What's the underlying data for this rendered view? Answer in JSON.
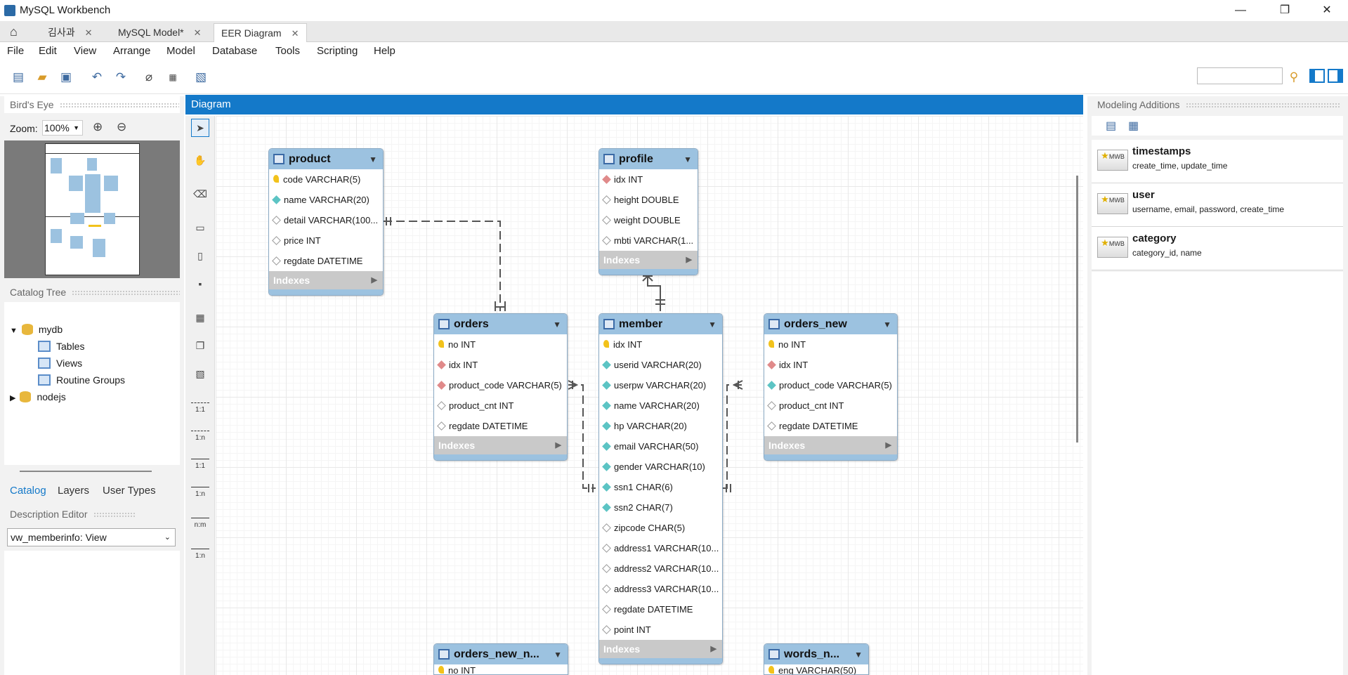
{
  "window": {
    "title": "MySQL Workbench",
    "minimize": "—",
    "restore": "❐",
    "close": "✕"
  },
  "tabs": [
    {
      "label": "김사과"
    },
    {
      "label": "MySQL Model*"
    },
    {
      "label": "EER Diagram"
    }
  ],
  "tab_close": "✕",
  "menu": [
    "File",
    "Edit",
    "View",
    "Arrange",
    "Model",
    "Database",
    "Tools",
    "Scripting",
    "Help"
  ],
  "left": {
    "birds_eye": "Bird's Eye",
    "zoom_label": "Zoom:",
    "zoom_value": "100%",
    "catalog_tree": "Catalog Tree",
    "tree": {
      "mydb": "mydb",
      "tables": "Tables",
      "views": "Views",
      "routines": "Routine Groups",
      "nodejs": "nodejs"
    },
    "bottom_tabs": [
      "Catalog",
      "Layers",
      "User Types"
    ],
    "description_editor": "Description Editor",
    "description_select": "vw_memberinfo: View"
  },
  "diagram": {
    "title": "Diagram"
  },
  "relations": [
    "1:1",
    "1:n",
    "1:1",
    "1:n",
    "n:m",
    "1:n"
  ],
  "entities": {
    "product": {
      "name": "product",
      "fields": [
        "code VARCHAR(5)",
        "name VARCHAR(20)",
        "detail VARCHAR(100...",
        "price INT",
        "regdate DATETIME"
      ],
      "indexes": "Indexes"
    },
    "profile": {
      "name": "profile",
      "fields": [
        "idx INT",
        "height DOUBLE",
        "weight DOUBLE",
        "mbti VARCHAR(1..."
      ],
      "indexes": "Indexes"
    },
    "orders": {
      "name": "orders",
      "fields": [
        "no INT",
        "idx INT",
        "product_code VARCHAR(5)",
        "product_cnt INT",
        "regdate DATETIME"
      ],
      "indexes": "Indexes"
    },
    "member": {
      "name": "member",
      "fields": [
        "idx INT",
        "userid VARCHAR(20)",
        "userpw VARCHAR(20)",
        "name VARCHAR(20)",
        "hp VARCHAR(20)",
        "email VARCHAR(50)",
        "gender VARCHAR(10)",
        "ssn1 CHAR(6)",
        "ssn2 CHAR(7)",
        "zipcode CHAR(5)",
        "address1 VARCHAR(10...",
        "address2 VARCHAR(10...",
        "address3 VARCHAR(10...",
        "regdate DATETIME",
        "point INT"
      ],
      "indexes": "Indexes"
    },
    "orders_new": {
      "name": "orders_new",
      "fields": [
        "no INT",
        "idx INT",
        "product_code VARCHAR(5)",
        "product_cnt INT",
        "regdate DATETIME"
      ],
      "indexes": "Indexes"
    },
    "orders_new_n": {
      "name": "orders_new_n...",
      "fields": [
        "no INT"
      ]
    },
    "words_n": {
      "name": "words_n...",
      "fields": [
        "eng VARCHAR(50)"
      ]
    }
  },
  "right": {
    "title": "Modeling Additions",
    "icon_text": "MWB",
    "additions": [
      {
        "name": "timestamps",
        "cols": "create_time, update_time"
      },
      {
        "name": "user",
        "cols": "username, email, password, create_time"
      },
      {
        "name": "category",
        "cols": "category_id, name"
      }
    ]
  }
}
